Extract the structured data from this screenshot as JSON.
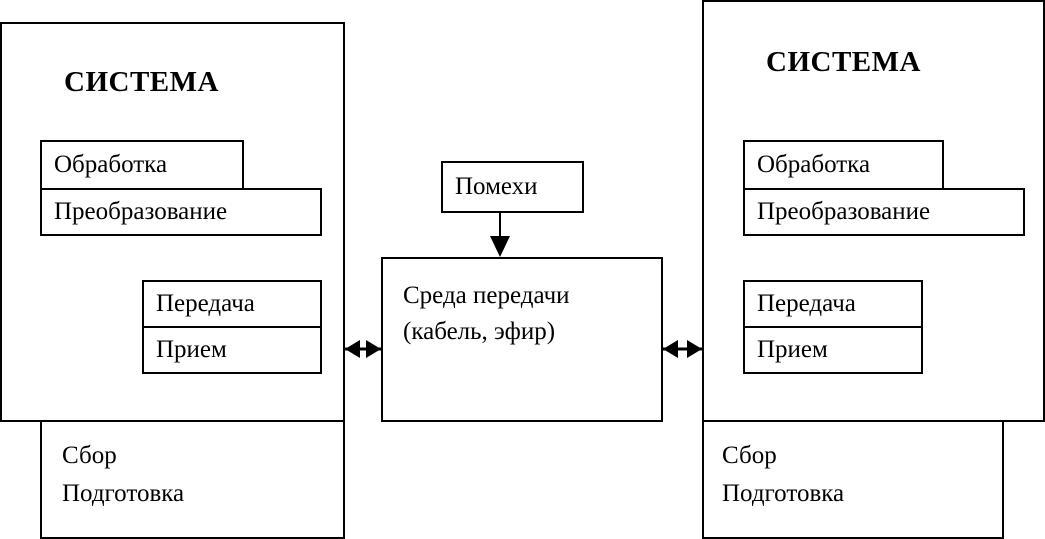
{
  "left_system": {
    "title": "СИСТЕМА",
    "processing": "Обработка",
    "transformation": "Преобразование",
    "transmit": "Передача",
    "receive": "Прием",
    "collection": "Сбор",
    "preparation": "Подготовка"
  },
  "right_system": {
    "title": "СИСТЕМА",
    "processing": "Обработка",
    "transformation": "Преобразование",
    "transmit": "Передача",
    "receive": "Прием",
    "collection": "Сбор",
    "preparation": "Подготовка"
  },
  "medium": {
    "line1": "Среда передачи",
    "line2": "(кабель, эфир)"
  },
  "noise": {
    "label": "Помехи"
  }
}
